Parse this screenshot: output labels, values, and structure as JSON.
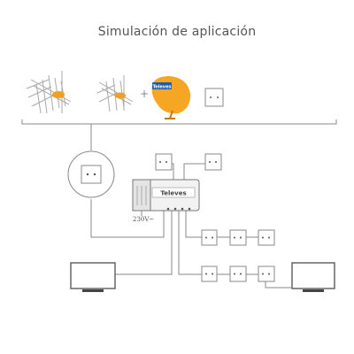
{
  "title": "Simulación de aplicación",
  "brand": "Televes",
  "amplifier": {
    "brand": "Televes",
    "power_label": "230V~"
  },
  "plus_sign": "+",
  "colors": {
    "line": "#777777",
    "antenna_orange": "#f0a020",
    "dish_orange": "#f5a623",
    "tv_stroke": "#666666"
  },
  "icons": [
    "antenna-icon",
    "antenna-small-icon",
    "satellite-dish-icon",
    "wall-socket-icon",
    "amplifier-icon",
    "tv-icon"
  ]
}
